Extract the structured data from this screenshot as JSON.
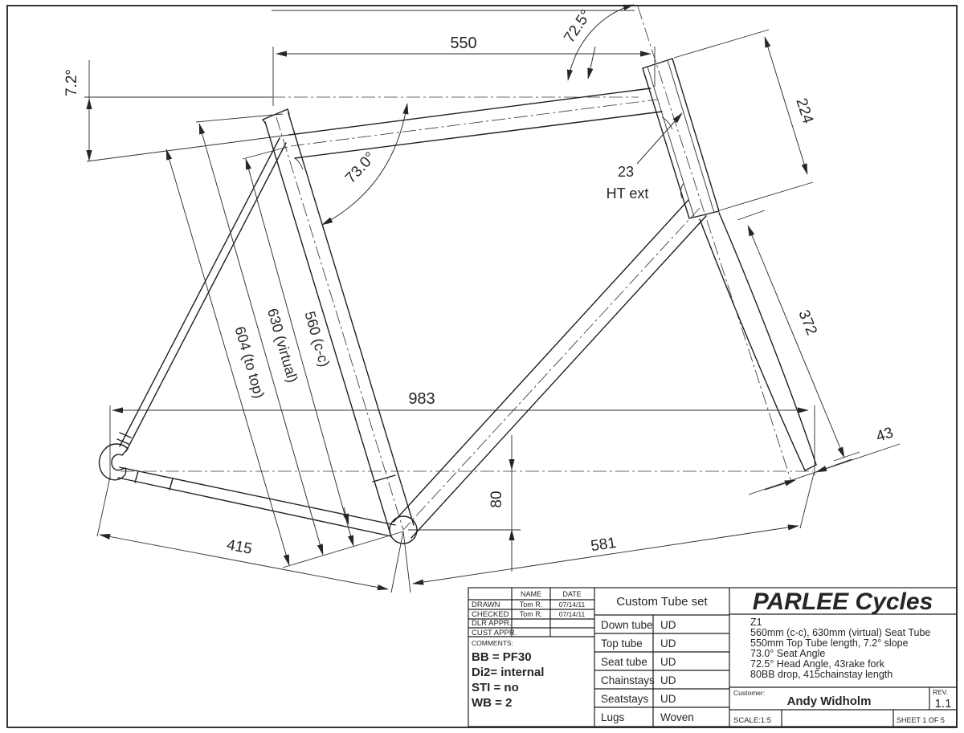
{
  "drawing": {
    "dims": {
      "top_tube": "550",
      "head_angle": "72.5°",
      "slope": "7.2°",
      "seat_angle": "73.0°",
      "head_tube": "224",
      "ht_ext_value": "23",
      "ht_ext_label": "HT ext",
      "fork_length": "372",
      "wheelbase": "983",
      "bb_drop": "80",
      "front_center": "581",
      "chainstay": "415",
      "rake": "43",
      "seat_cc": "560 (c-c)",
      "seat_virtual": "630 (virtual)",
      "seat_to_top": "604 (to top)"
    }
  },
  "titleblock": {
    "approvals": {
      "header_name": "NAME",
      "header_date": "DATE",
      "rows": [
        {
          "label": "DRAWN",
          "name": "Tom R.",
          "date": "07/14/11"
        },
        {
          "label": "CHECKED",
          "name": "Tom R.",
          "date": "07/14/11"
        },
        {
          "label": "DLR APPR.",
          "name": "",
          "date": ""
        },
        {
          "label": "CUST APPR.",
          "name": "",
          "date": ""
        }
      ],
      "comments_label": "COMMENTS:",
      "comments": [
        "BB = PF30",
        "Di2= internal",
        "STI = no",
        "WB = 2"
      ]
    },
    "tubeset": {
      "title": "Custom Tube set",
      "rows": [
        {
          "part": "Down tube",
          "value": "UD"
        },
        {
          "part": "Top tube",
          "value": "UD"
        },
        {
          "part": "Seat tube",
          "value": "UD"
        },
        {
          "part": "Chainstays",
          "value": "UD"
        },
        {
          "part": "Seatstays",
          "value": "UD"
        },
        {
          "part": "Lugs",
          "value": "Woven"
        }
      ]
    },
    "company": "PARLEE Cycles",
    "spec": {
      "code": "Z1",
      "lines": [
        "560mm (c-c), 630mm (virtual) Seat Tube",
        "550mm Top Tube length, 7.2° slope",
        "73.0° Seat Angle",
        "72.5° Head Angle, 43rake fork",
        "80BB drop, 415chainstay length"
      ]
    },
    "customer_label": "Customer:",
    "customer": "Andy Widholm",
    "rev_label": "REV.",
    "rev": "1.1",
    "scale": "SCALE:1:5",
    "sheet": "SHEET 1 OF 5"
  }
}
